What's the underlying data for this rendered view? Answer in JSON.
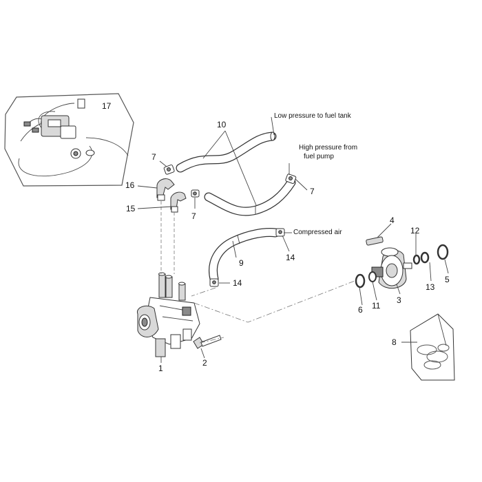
{
  "callouts": {
    "c1": "1",
    "c2": "2",
    "c3": "3",
    "c4": "4",
    "c5": "5",
    "c6": "6",
    "c7a": "7",
    "c7b": "7",
    "c7c": "7",
    "c8": "8",
    "c9": "9",
    "c10": "10",
    "c11": "11",
    "c12": "12",
    "c13": "13",
    "c14a": "14",
    "c14b": "14",
    "c15": "15",
    "c16": "16",
    "c17": "17"
  },
  "notes": {
    "low_pressure": "Low pressure to fuel tank",
    "high_pressure_1": "High pressure from",
    "high_pressure_2": "fuel pump",
    "compressed_air": "Compressed air"
  }
}
